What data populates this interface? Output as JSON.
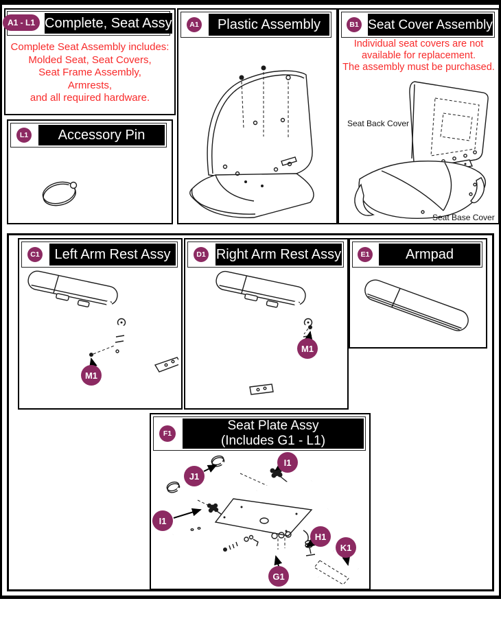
{
  "colors": {
    "badge": "#8C2A62",
    "note_red": "#F82A2A",
    "header_bg": "#000000",
    "header_text": "#FFFFFF",
    "line_art": "#1B1B1B"
  },
  "panels": {
    "complete_seat": {
      "badge": "A1 - L1",
      "title": "Complete, Seat Assy",
      "note": "Complete Seat Assembly includes:\nMolded Seat, Seat Covers,\nSeat Frame Assembly,\nArmrests,\nand all required hardware."
    },
    "accessory_pin": {
      "badge": "L1",
      "title": "Accessory Pin"
    },
    "plastic_assembly": {
      "badge": "A1",
      "title": "Plastic Assembly"
    },
    "seat_cover_assembly": {
      "badge": "B1",
      "title": "Seat Cover Assembly",
      "note": "Individual seat covers are not\navailable for replacement.\nThe assembly must be purchased.",
      "label_back": "Seat Back Cover",
      "label_base": "Seat Base Cover"
    },
    "left_arm_rest": {
      "badge": "C1",
      "title": "Left Arm Rest Assy",
      "callout_m1": "M1"
    },
    "right_arm_rest": {
      "badge": "D1",
      "title": "Right Arm Rest Assy",
      "callout_m1": "M1"
    },
    "armpad": {
      "badge": "E1",
      "title": "Armpad"
    },
    "seat_plate": {
      "badge": "F1",
      "title": "Seat Plate Assy\n(Includes G1 - L1)",
      "callouts": {
        "j1": "J1",
        "i1_top": "I1",
        "i1_left": "I1",
        "h1": "H1",
        "k1": "K1",
        "g1": "G1"
      }
    }
  }
}
